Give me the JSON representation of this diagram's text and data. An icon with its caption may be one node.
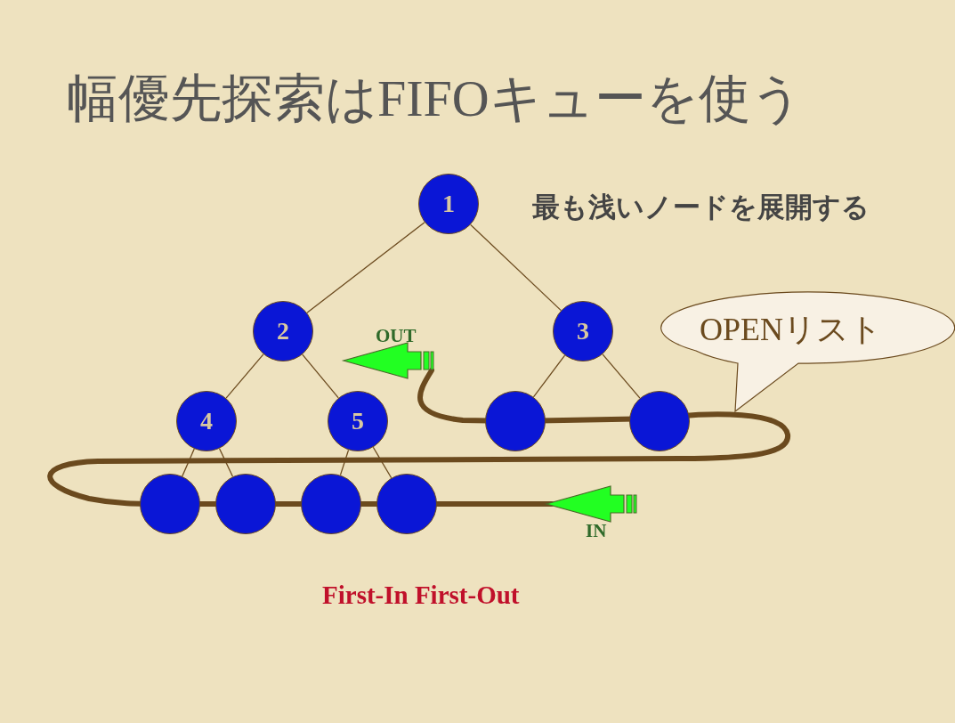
{
  "diagram": {
    "title": "幅優先探索はFIFOキューを使う",
    "nodes": [
      {
        "text": [
          "1"
        ]
      },
      {
        "text": [
          "2"
        ]
      },
      {
        "text": [
          "3"
        ]
      },
      {
        "text": [
          "4"
        ]
      },
      {
        "text": [
          "5"
        ]
      },
      {
        "text": [],
        "shape": "circle"
      },
      {
        "text": [],
        "shape": "circle"
      },
      {
        "text": [],
        "shape": "circle"
      },
      {
        "text": [],
        "shape": "circle"
      },
      {
        "text": [],
        "shape": "circle"
      },
      {
        "text": [],
        "shape": "circle"
      },
      {
        "text": [
          "OPENリスト"
        ]
      }
    ],
    "edges": [
      {
        "from": 0,
        "to": 1,
        "arrow": "none"
      },
      {
        "from": 0,
        "to": 2,
        "arrow": "none"
      },
      {
        "from": 1,
        "to": 3,
        "arrow": "none"
      },
      {
        "from": 1,
        "to": 4,
        "arrow": "none"
      },
      {
        "from": 2,
        "to": 5,
        "arrow": "none"
      },
      {
        "from": 2,
        "to": 6,
        "arrow": "none"
      },
      {
        "from": 3,
        "to": 7,
        "arrow": "none"
      },
      {
        "from": 3,
        "to": 8,
        "arrow": "none"
      },
      {
        "from": 4,
        "to": 9,
        "arrow": "none"
      },
      {
        "from": 4,
        "to": 10,
        "arrow": "none"
      }
    ],
    "labels": [
      "最も浅いノードを展開する",
      "OUT",
      "IN",
      "First-In First-Out"
    ]
  }
}
